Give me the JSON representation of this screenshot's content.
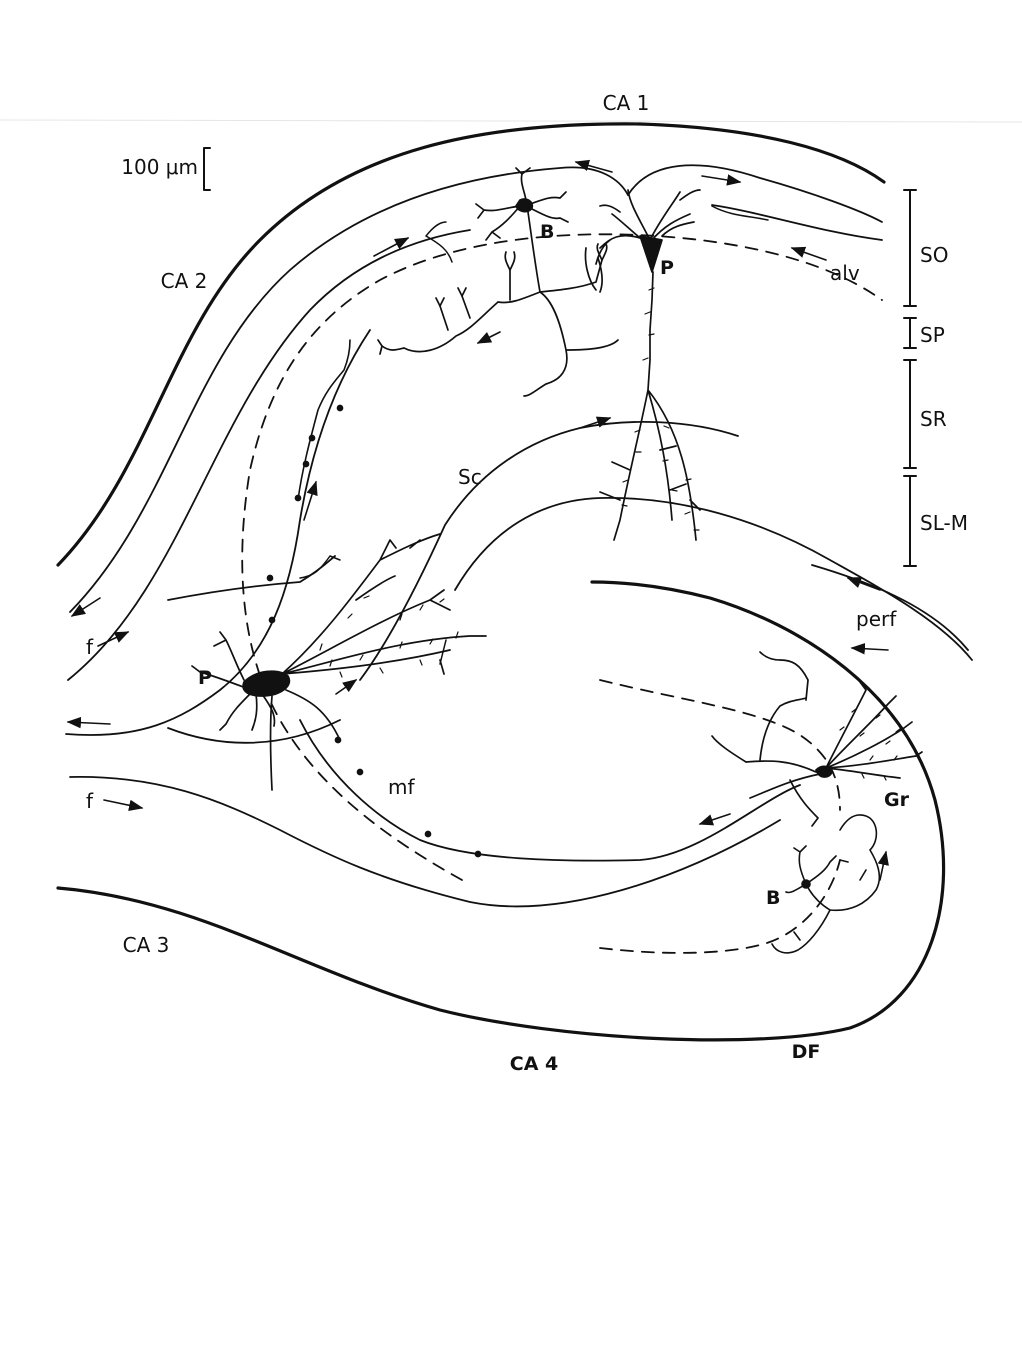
{
  "region_labels": {
    "ca1": "CA 1",
    "ca2": "CA 2",
    "ca3": "CA 3",
    "ca4": "CA 4",
    "df": "DF"
  },
  "scale_bar": {
    "label": "100 μm"
  },
  "layer_labels": {
    "so": "SO",
    "sp": "SP",
    "sr": "SR",
    "slm": "SL-M"
  },
  "pathway_labels": {
    "alv": "alv",
    "sc": "Sc",
    "perf": "perf",
    "mf": "mf",
    "fimbria_1": "f",
    "fimbria_2": "f"
  },
  "cell_labels": {
    "ca1_basket": "B",
    "ca1_pyramidal": "P",
    "ca3_pyramidal": "P",
    "granule": "Gr",
    "df_basket": "B"
  },
  "ink_color": "#111111"
}
